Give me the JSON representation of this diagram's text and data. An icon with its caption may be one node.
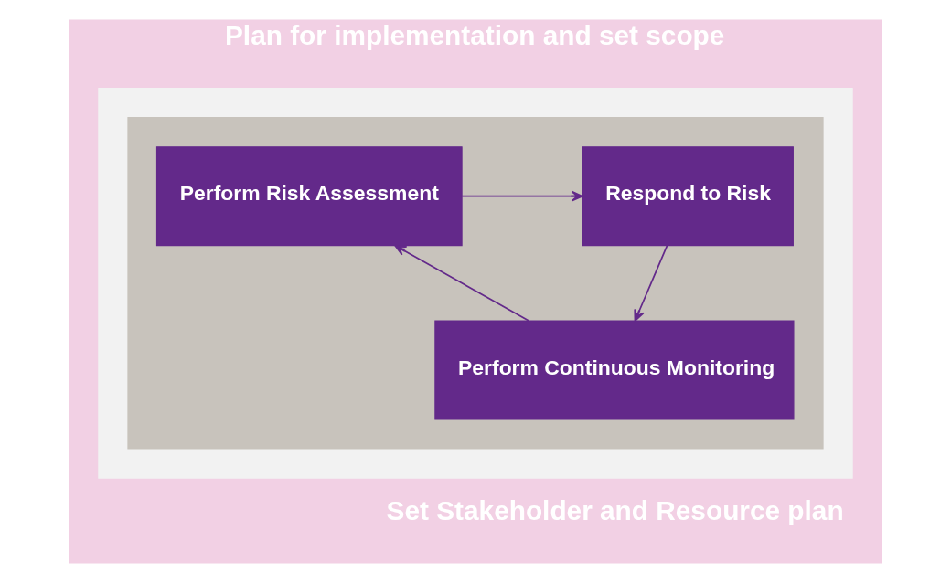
{
  "diagram": {
    "nodes": [
      {
        "text": [
          "Plan for implementation and set scope",
          "Set Stakeholder and Resource plan"
        ]
      },
      {
        "text": [],
        "shape": "box",
        "in": 0
      },
      {
        "text": [],
        "shape": "box",
        "in": 1
      },
      {
        "text": [
          "Perform Risk Assessment"
        ],
        "in": 2
      },
      {
        "text": [
          "Respond to Risk"
        ],
        "in": 2
      },
      {
        "text": [
          "Perform Continuous Monitoring"
        ],
        "in": 2
      }
    ],
    "edges": [
      {
        "from": 3,
        "to": 4,
        "arrow": "to"
      },
      {
        "from": 4,
        "to": 5,
        "arrow": "to"
      },
      {
        "from": 5,
        "to": 3,
        "arrow": "to"
      }
    ]
  }
}
